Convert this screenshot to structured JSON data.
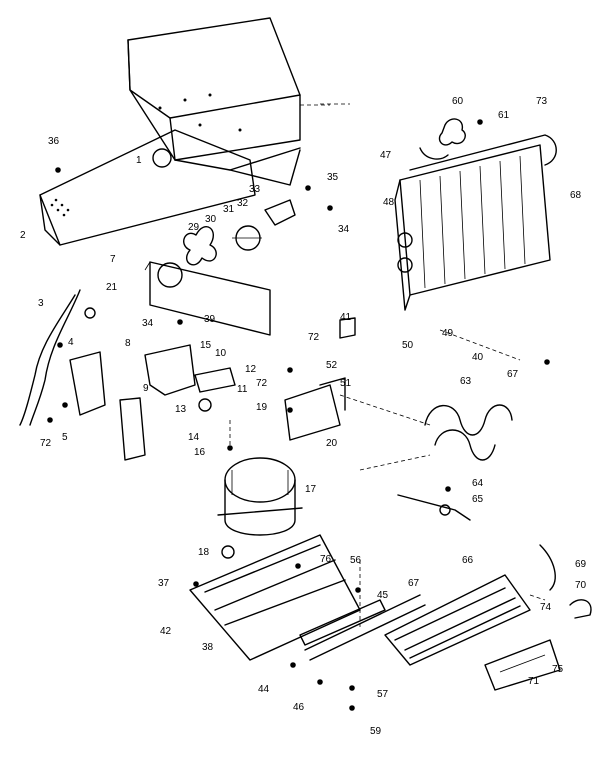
{
  "labels": {
    "l1": "1",
    "l2": "2",
    "l3": "3",
    "l4": "4",
    "l5": "5",
    "l7": "7",
    "l8": "8",
    "l9": "9",
    "l10": "10",
    "l11": "11",
    "l12": "12",
    "l13": "13",
    "l14": "14",
    "l15": "15",
    "l16": "16",
    "l17": "17",
    "l18": "18",
    "l19": "19",
    "l20": "20",
    "l21": "21",
    "l29": "29",
    "l30": "30",
    "l31": "31",
    "l32": "32",
    "l33": "33",
    "l34a": "34",
    "l34b": "34",
    "l35": "35",
    "l36": "36",
    "l37": "37",
    "l38": "38",
    "l39": "39",
    "l40": "40",
    "l41": "41",
    "l42": "42",
    "l44": "44",
    "l45": "45",
    "l46": "46",
    "l47": "47",
    "l48": "48",
    "l49": "49",
    "l50": "50",
    "l51": "51",
    "l52": "52",
    "l56": "56",
    "l57": "57",
    "l59": "59",
    "l60": "60",
    "l61": "61",
    "l63": "63",
    "l64": "64",
    "l65": "65",
    "l66": "66",
    "l67a": "67",
    "l67b": "67",
    "l68": "68",
    "l69": "69",
    "l70": "70",
    "l71": "71",
    "l72a": "72",
    "l72b": "72",
    "l72c": "72",
    "l73": "73",
    "l74": "74",
    "l75": "75",
    "l76": "76"
  }
}
